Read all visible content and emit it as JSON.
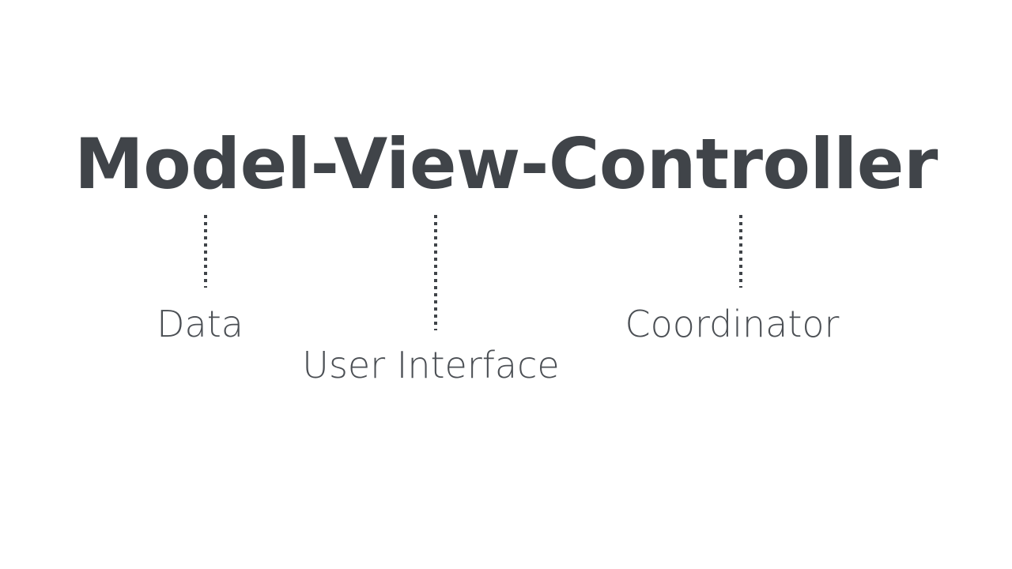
{
  "slide": {
    "background_color": "#ffffff",
    "title": "Model-View-Controller",
    "title_color": "#404449",
    "label_color": "#4b4f54",
    "leader_color": "#404449"
  },
  "diagram": {
    "type": "annotated-term-breakdown",
    "terms": [
      {
        "term": "Model",
        "label": "Data",
        "leader_name": "leader-line-model"
      },
      {
        "term": "View",
        "label": "User Interface",
        "leader_name": "leader-line-view"
      },
      {
        "term": "Controller",
        "label": "Coordinator",
        "leader_name": "leader-line-controller"
      }
    ]
  }
}
